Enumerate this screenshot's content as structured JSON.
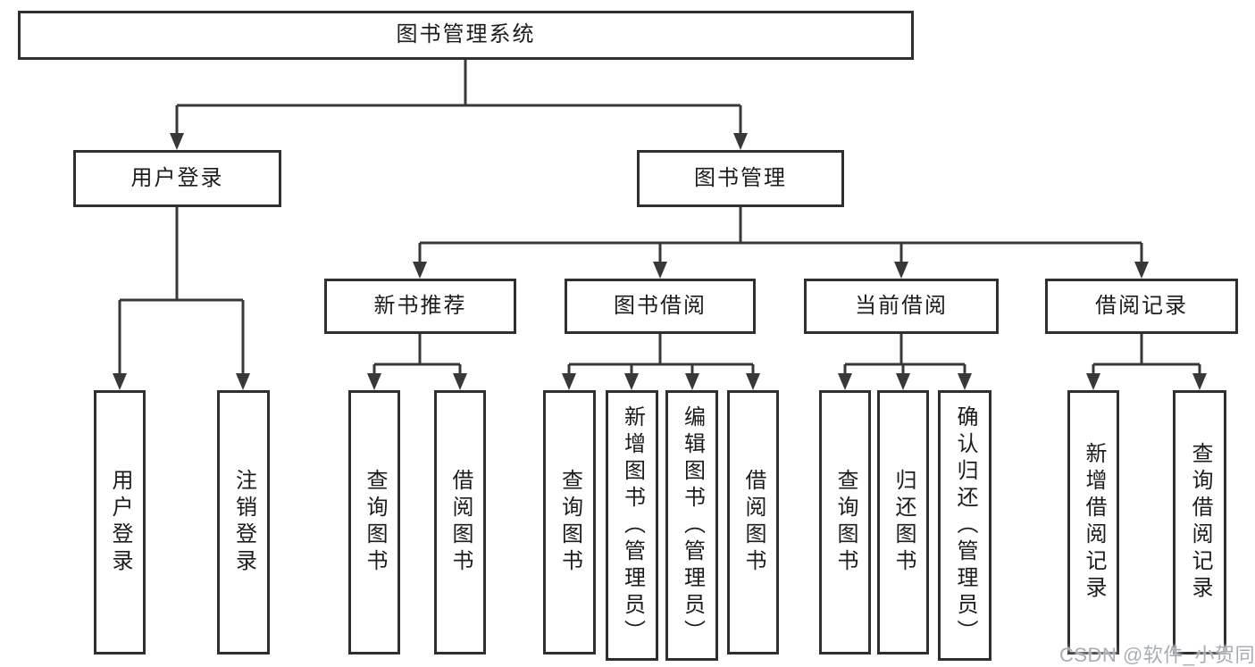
{
  "tree": {
    "root": {
      "label": "图书管理系统"
    },
    "children": [
      {
        "label": "用户登录",
        "children": [
          {
            "label": "用户登录"
          },
          {
            "label": "注销登录"
          }
        ]
      },
      {
        "label": "图书管理",
        "children": [
          {
            "label": "新书推荐",
            "children": [
              {
                "label": "查询图书"
              },
              {
                "label": "借阅图书"
              }
            ]
          },
          {
            "label": "图书借阅",
            "children": [
              {
                "label": "查询图书"
              },
              {
                "label": "新增图书（管理员）"
              },
              {
                "label": "编辑图书（管理员）"
              },
              {
                "label": "借阅图书"
              }
            ]
          },
          {
            "label": "当前借阅",
            "children": [
              {
                "label": "查询图书"
              },
              {
                "label": "归还图书"
              },
              {
                "label": "确认归还（管理员）"
              }
            ]
          },
          {
            "label": "借阅记录",
            "children": [
              {
                "label": "新增借阅记录"
              },
              {
                "label": "查询借阅记录"
              }
            ]
          }
        ]
      }
    ]
  },
  "watermark": {
    "text": "CSDN @软件_小贺同学"
  },
  "colors": {
    "line": "#383838",
    "box_border": "#2f2f2f",
    "text": "#1c1c1c",
    "watermark": "#a8adb3",
    "background": "#ffffff"
  }
}
